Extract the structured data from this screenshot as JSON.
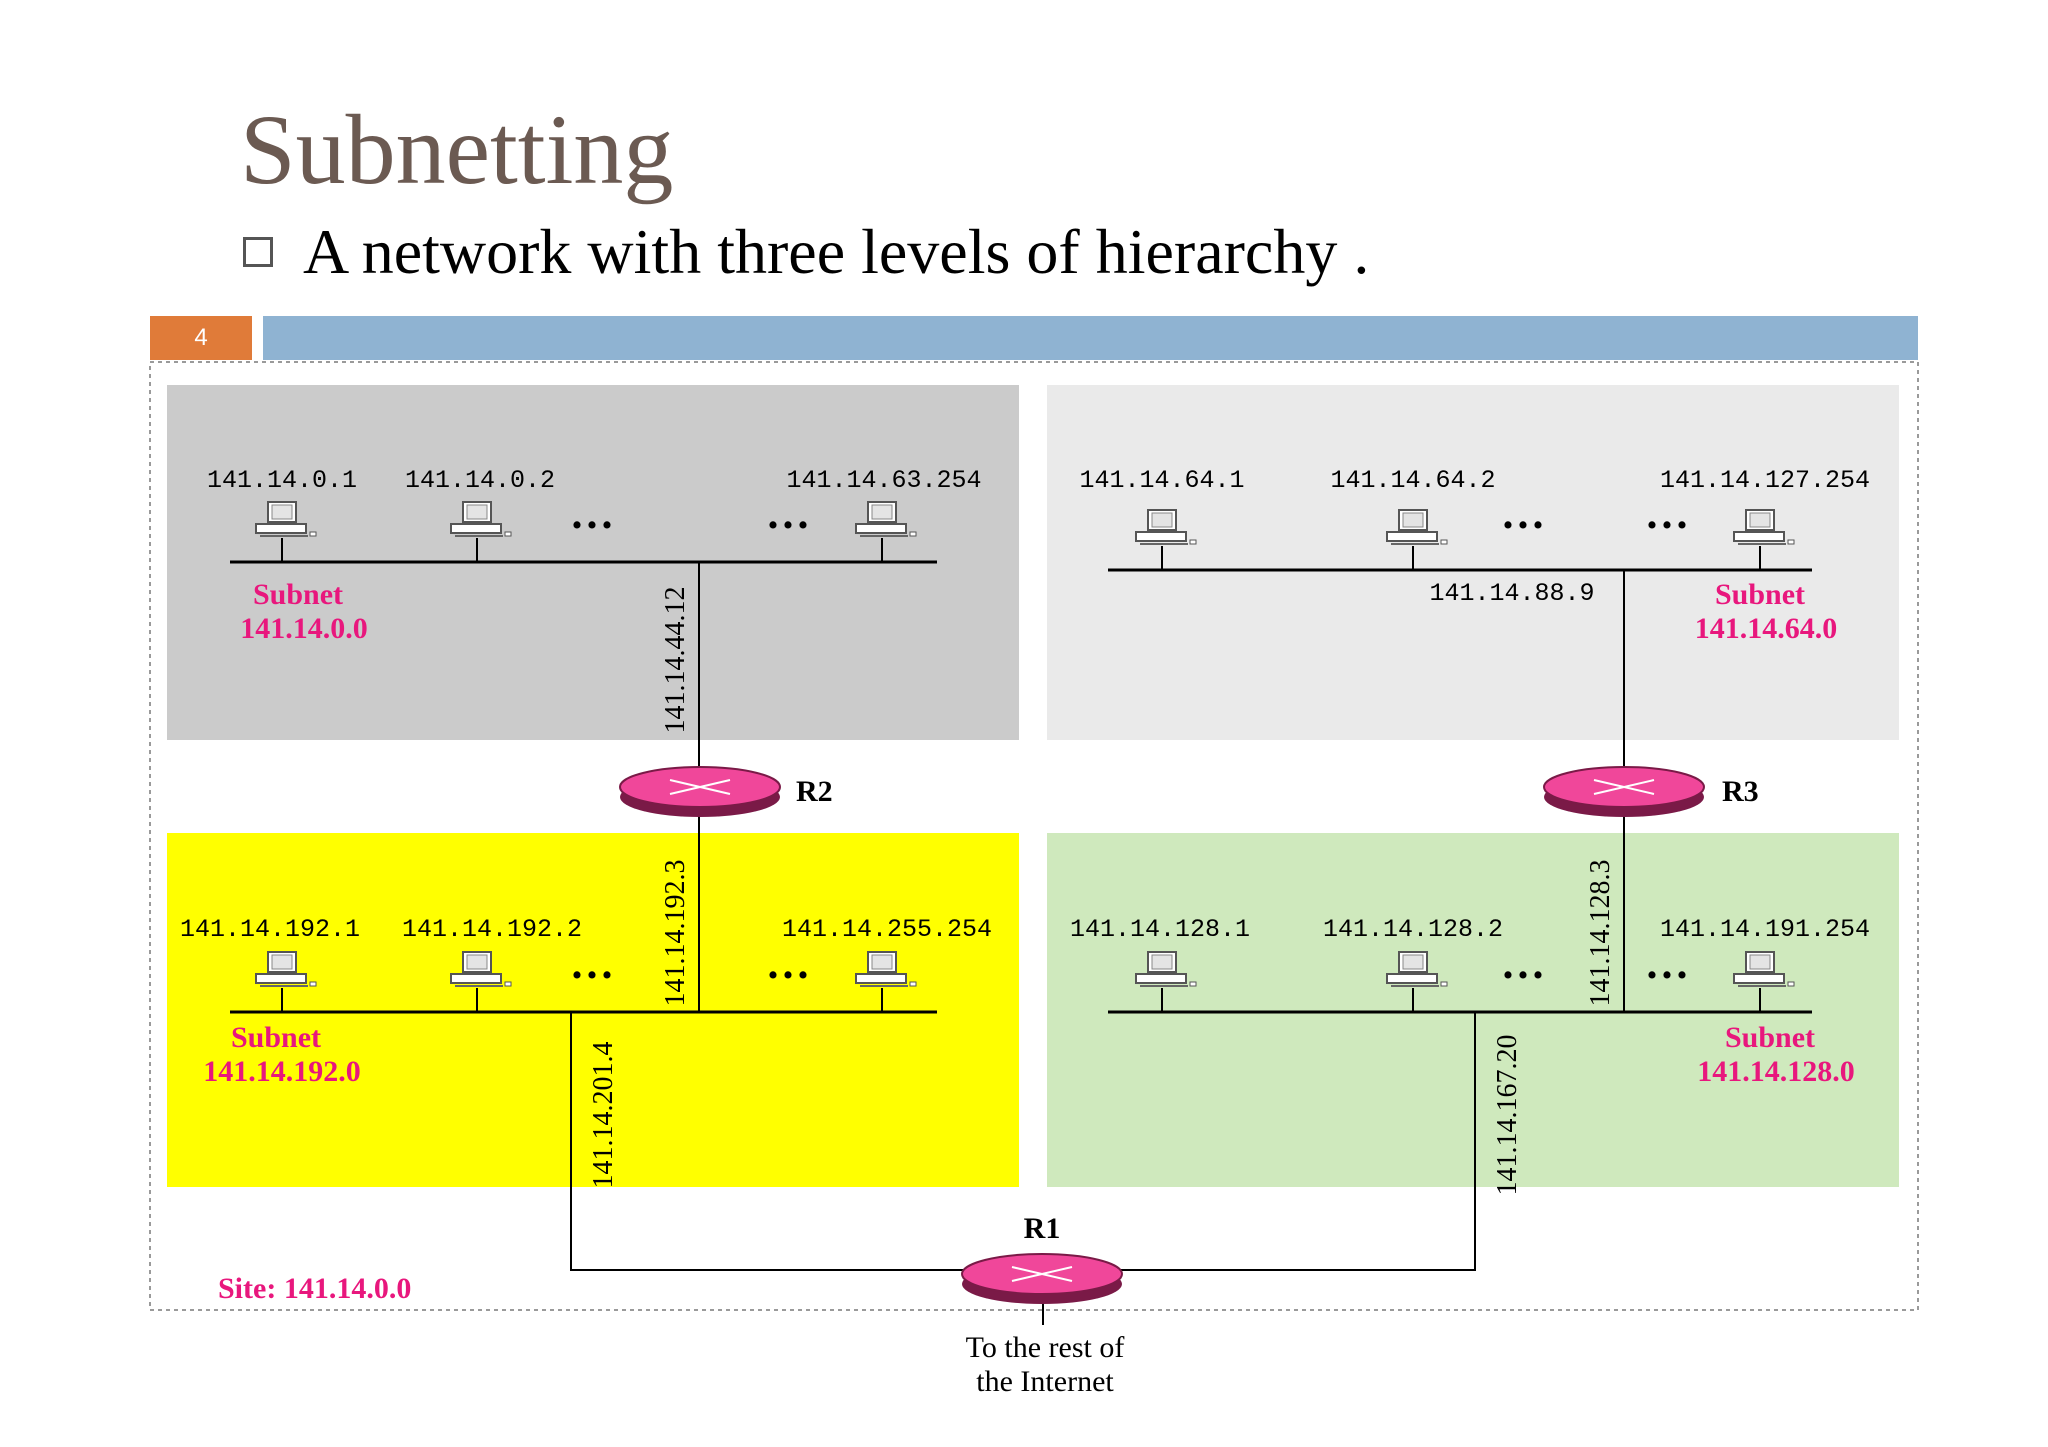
{
  "slide": {
    "title": "Subnetting",
    "bullet": "A network with three levels of hierarchy .",
    "page_number": "4"
  },
  "colors": {
    "subnet_label": "#e8177d",
    "router_fill": "#f0479a",
    "subnet_a_bg": "#cbcbcb",
    "subnet_b_bg": "#eaeaea",
    "subnet_c_bg": "#ffff00",
    "subnet_d_bg": "#cfe9bd"
  },
  "diagram": {
    "site_label": "Site: 141.14.0.0",
    "internet_label_line1": "To the rest of",
    "internet_label_line2": "the Internet",
    "ellipsis": "•••",
    "routers": {
      "r1": "R1",
      "r2": "R2",
      "r3": "R3"
    },
    "subnet_word": "Subnet",
    "subnets": {
      "a": {
        "address": "141.14.0.0",
        "hosts": [
          "141.14.0.1",
          "141.14.0.2",
          "141.14.63.254"
        ],
        "router_interface": "141.14.44.12"
      },
      "b": {
        "address": "141.14.64.0",
        "hosts": [
          "141.14.64.1",
          "141.14.64.2",
          "141.14.127.254"
        ],
        "router_interface": "141.14.88.9"
      },
      "c": {
        "address": "141.14.192.0",
        "hosts": [
          "141.14.192.1",
          "141.14.192.2",
          "141.14.255.254"
        ],
        "router_interface": "141.14.192.3",
        "r1_interface": "141.14.201.4"
      },
      "d": {
        "address": "141.14.128.0",
        "hosts": [
          "141.14.128.1",
          "141.14.128.2",
          "141.14.191.254"
        ],
        "router_interface": "141.14.128.3",
        "r1_interface": "141.14.167.20"
      }
    }
  }
}
